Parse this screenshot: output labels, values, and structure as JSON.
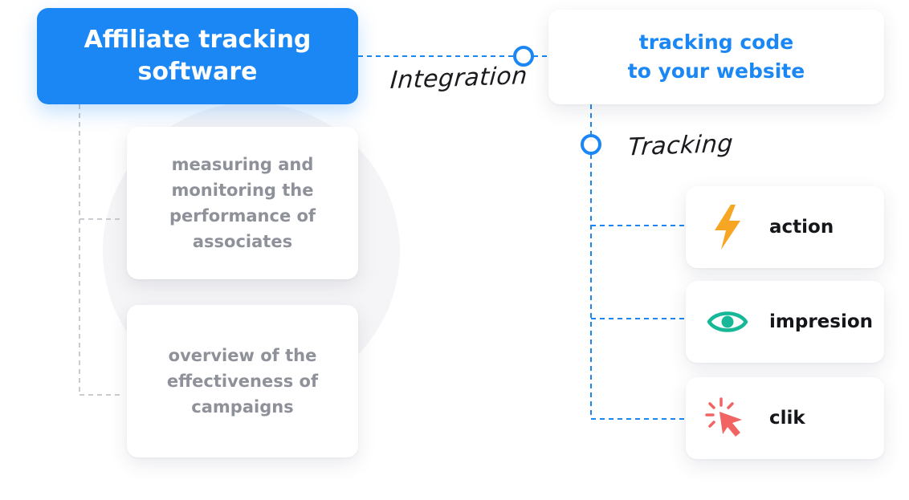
{
  "main_box": {
    "title_line1": "Affiliate tracking",
    "title_line2": "software"
  },
  "code_box": {
    "line1": "tracking code",
    "line2": "to your website"
  },
  "connectors": {
    "integration_label": "Integration",
    "tracking_label": "Tracking"
  },
  "info_boxes": [
    {
      "text": "measuring and monitoring the performance of associates"
    },
    {
      "text": "overview of the effectiveness of campaigns"
    }
  ],
  "tracking_items": [
    {
      "icon": "lightning-icon",
      "label": "action"
    },
    {
      "icon": "eye-icon",
      "label": "impresion"
    },
    {
      "icon": "cursor-click-icon",
      "label": "clik"
    }
  ],
  "colors": {
    "primary_blue": "#1a87f5",
    "gray_text": "#8e9199",
    "lightning_orange": "#f6a623",
    "eye_green": "#17b897",
    "click_red": "#f26464"
  }
}
